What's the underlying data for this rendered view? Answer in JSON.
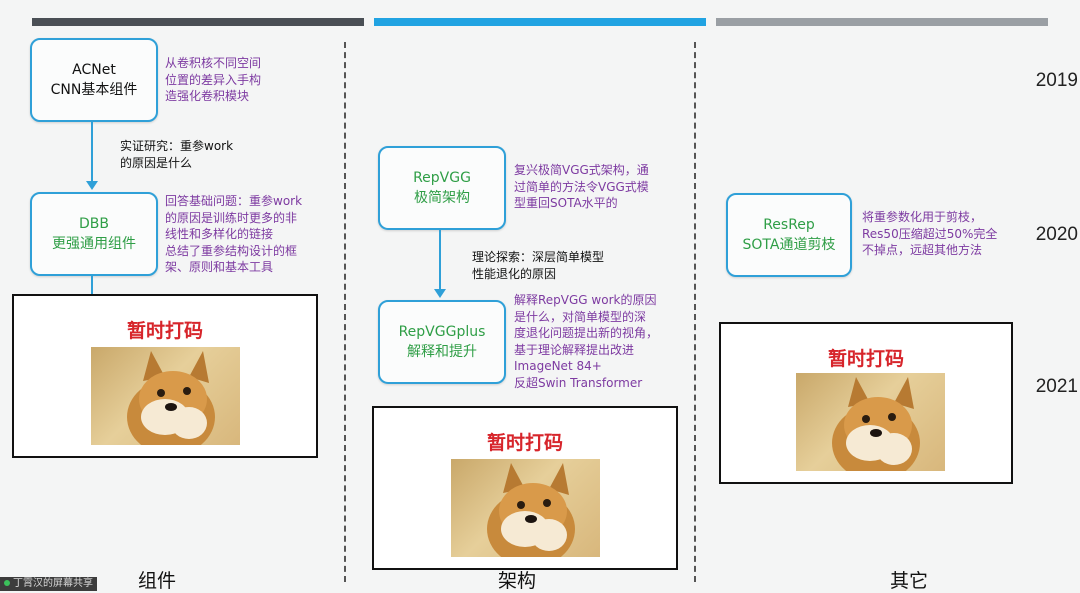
{
  "years": [
    "2019",
    "2020",
    "2021"
  ],
  "columns": [
    {
      "label": "组件",
      "nodes": [
        {
          "line1": "ACNet",
          "line2": "CNN基本组件"
        },
        {
          "line1": "DBB",
          "line2": "更强通用组件"
        }
      ],
      "descriptions": [
        [
          "从卷积核不同空间",
          "位置的差异入手构",
          "造强化卷积模块"
        ],
        [
          "回答基础问题：重参work",
          "的原因是训练时更多的非",
          "线性和多样化的链接",
          "总结了重参结构设计的框",
          "架、原则和基本工具"
        ]
      ],
      "note": [
        "实证研究：重参work",
        "的原因是什么"
      ]
    },
    {
      "label": "架构",
      "nodes": [
        {
          "line1": "RepVGG",
          "line2": "极简架构"
        },
        {
          "line1": "RepVGGplus",
          "line2": "解释和提升"
        }
      ],
      "descriptions": [
        [
          "复兴极简VGG式架构，通",
          "过简单的方法令VGG式模",
          "型重回SOTA水平的"
        ],
        [
          "解释RepVGG work的原因",
          "是什么，对简单模型的深",
          "度退化问题提出新的视角，",
          "基于理论解释提出改进",
          "ImageNet 84+",
          "反超Swin Transformer"
        ]
      ],
      "note": [
        "理论探索：深层简单模型",
        "性能退化的原因"
      ]
    },
    {
      "label": "其它",
      "nodes": [
        {
          "line1": "ResRep",
          "line2": "SOTA通道剪枝"
        }
      ],
      "descriptions": [
        [
          "将重参数化用于剪枝，",
          "Res50压缩超过50%完全",
          "不掉点，远超其他方法"
        ]
      ]
    }
  ],
  "mosaic_title": "暂时打码",
  "footer_tag": "丁霄汉的屏幕共享",
  "colors": {
    "bar_dark": "#4a4f55",
    "bar_blue": "#21a3e2",
    "bar_gray": "#9a9fa4",
    "node_border": "#2fa0d8",
    "desc_purple": "#7d3aa1",
    "green_text": "#2f9e46",
    "mosaic_red": "#d7252b"
  }
}
